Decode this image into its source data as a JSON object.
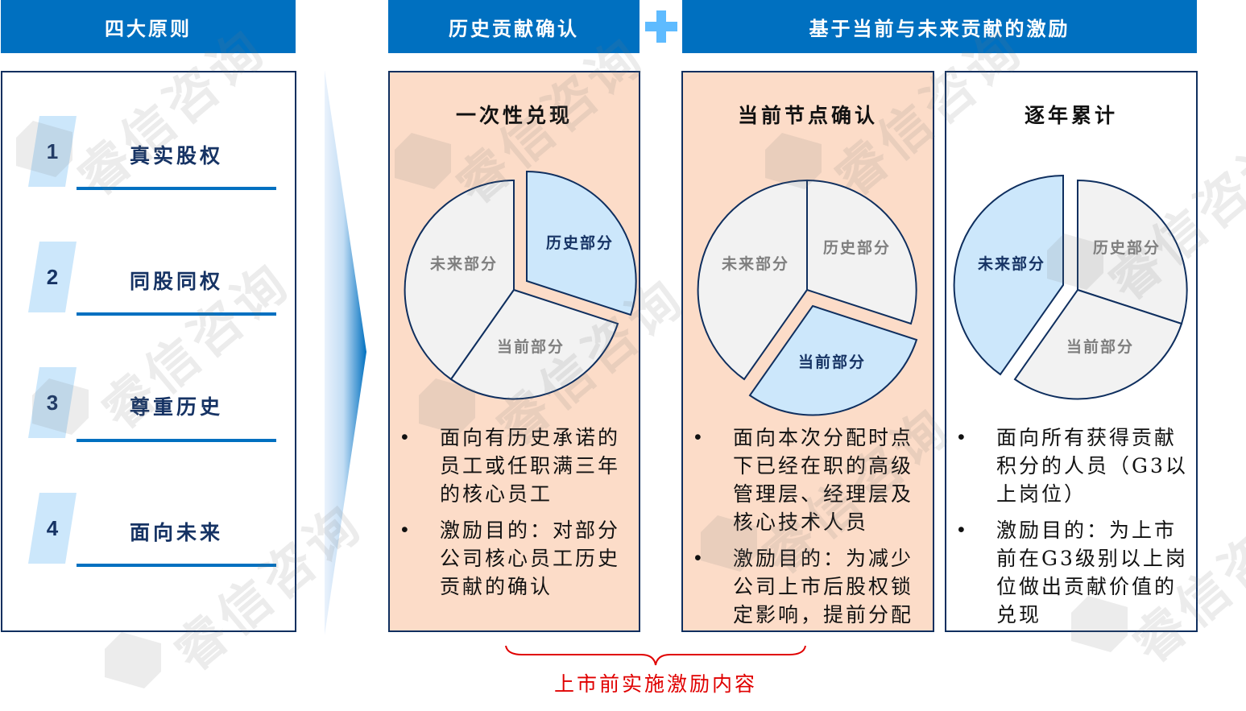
{
  "headers": {
    "principles": "四大原则",
    "history": "历史贡献确认",
    "plus_icon": "plus-icon",
    "future": "基于当前与未来贡献的激励"
  },
  "principles": [
    {
      "num": "1",
      "label": "真实股权"
    },
    {
      "num": "2",
      "label": "同股同权"
    },
    {
      "num": "3",
      "label": "尊重历史"
    },
    {
      "num": "4",
      "label": "面向未来"
    }
  ],
  "panels": [
    {
      "title": "一次性兑现",
      "highlight": "历史部分",
      "slices": {
        "history": "历史部分",
        "current": "当前部分",
        "future": "未来部分"
      },
      "bullets": [
        "面向有历史承诺的员工或任职满三年的核心员工",
        "激励目的：对部分公司核心员工历史贡献的确认"
      ]
    },
    {
      "title": "当前节点确认",
      "highlight": "当前部分",
      "slices": {
        "history": "历史部分",
        "current": "当前部分",
        "future": "未来部分"
      },
      "bullets": [
        "面向本次分配时点下已经在职的高级管理层、经理层及核心技术人员",
        "激励目的：为减少公司上市后股权锁定影响，提前分配"
      ]
    },
    {
      "title": "逐年累计",
      "highlight": "未来部分",
      "slices": {
        "history": "历史部分",
        "current": "当前部分",
        "future": "未来部分"
      },
      "bullets": [
        "面向所有获得贡献积分的人员（G3以上岗位）",
        "激励目的：为上市前在G3级别以上岗位做出贡献价值的兑现"
      ]
    }
  ],
  "bracket_caption": "上市前实施激励内容",
  "watermark": "睿信咨询",
  "colors": {
    "header_blue": "#0070C0",
    "plus_blue": "#5EBBFF",
    "panel_border": "#0F2F5F",
    "peach": "#FCDCC8",
    "slice_highlight": "#CCE7FB",
    "slice_default": "#F2F2F2",
    "caption_red": "#E00000"
  }
}
